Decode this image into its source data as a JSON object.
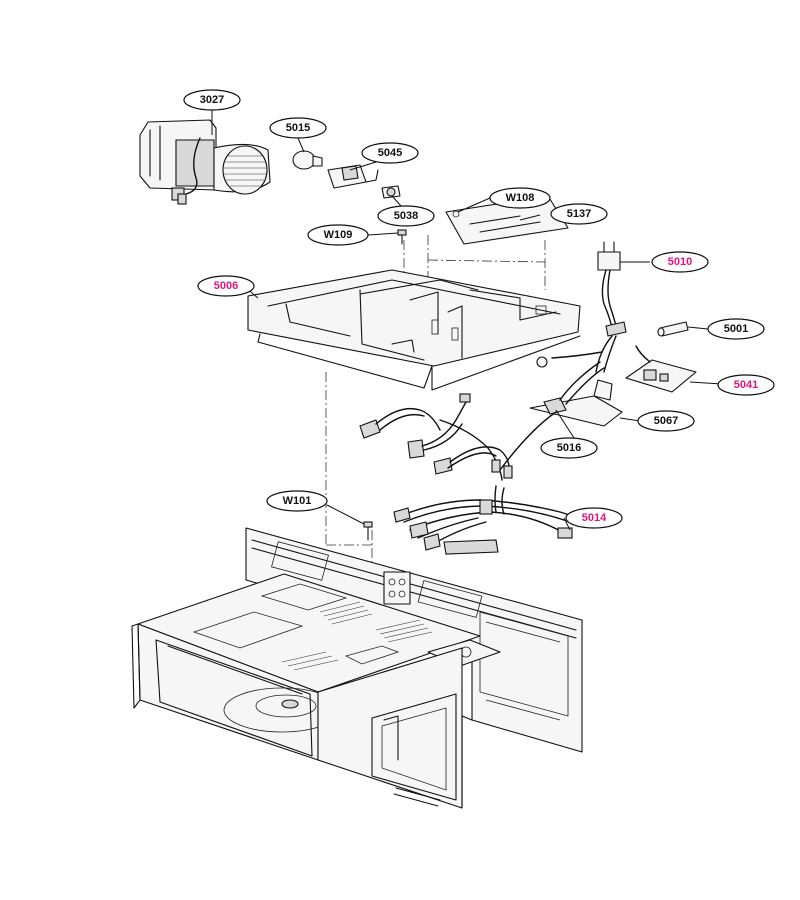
{
  "colors": {
    "highlight": "#e0147e",
    "normal": "#111111",
    "line": "#111111",
    "background": "#ffffff"
  },
  "callouts": [
    {
      "id": "c-3027",
      "label": "3027",
      "highlight": false
    },
    {
      "id": "c-5015",
      "label": "5015",
      "highlight": false
    },
    {
      "id": "c-5045",
      "label": "5045",
      "highlight": false
    },
    {
      "id": "c-w108",
      "label": "W108",
      "highlight": false
    },
    {
      "id": "c-5038",
      "label": "5038",
      "highlight": false
    },
    {
      "id": "c-5137",
      "label": "5137",
      "highlight": false
    },
    {
      "id": "c-w109",
      "label": "W109",
      "highlight": false
    },
    {
      "id": "c-5010",
      "label": "5010",
      "highlight": true
    },
    {
      "id": "c-5006",
      "label": "5006",
      "highlight": true
    },
    {
      "id": "c-5001",
      "label": "5001",
      "highlight": false
    },
    {
      "id": "c-5041",
      "label": "5041",
      "highlight": true
    },
    {
      "id": "c-5067",
      "label": "5067",
      "highlight": false
    },
    {
      "id": "c-5016",
      "label": "5016",
      "highlight": false
    },
    {
      "id": "c-w101",
      "label": "W101",
      "highlight": false
    },
    {
      "id": "c-5014",
      "label": "5014",
      "highlight": true
    }
  ]
}
